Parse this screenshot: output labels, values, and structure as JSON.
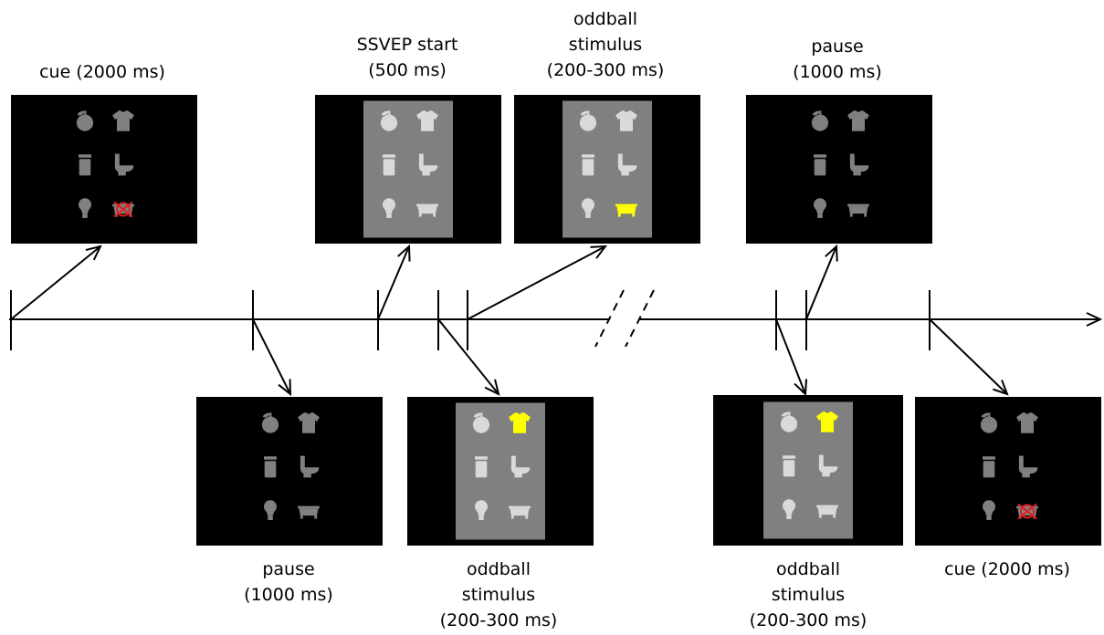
{
  "labels": {
    "cue_top": [
      "cue (2000 ms)"
    ],
    "ssvep_start": [
      "SSVEP start",
      "(500 ms)"
    ],
    "oddball_top": [
      "oddball",
      "stimulus",
      "(200-300 ms)"
    ],
    "pause_top": [
      "pause",
      "(1000 ms)"
    ],
    "pause_bottom": [
      "pause",
      "(1000 ms)"
    ],
    "oddball_bottom_1": [
      "oddball",
      "stimulus",
      "(200-300 ms)"
    ],
    "oddball_bottom_2": [
      "oddball",
      "stimulus",
      "(200-300 ms)"
    ],
    "cue_bottom": [
      "cue (2000 ms)"
    ]
  },
  "icons": [
    "apple-icon",
    "shirt-icon",
    "trash-can-icon",
    "toilet-icon",
    "light-bulb-icon",
    "bathtub-icon"
  ],
  "colors": {
    "screen": "#000000",
    "flicker_panel": "#808080",
    "icon_dim": "#808080",
    "icon_bright": "#d9d9d9",
    "oddball_highlight": "#ffff00",
    "cue_marker": "#e02020"
  }
}
